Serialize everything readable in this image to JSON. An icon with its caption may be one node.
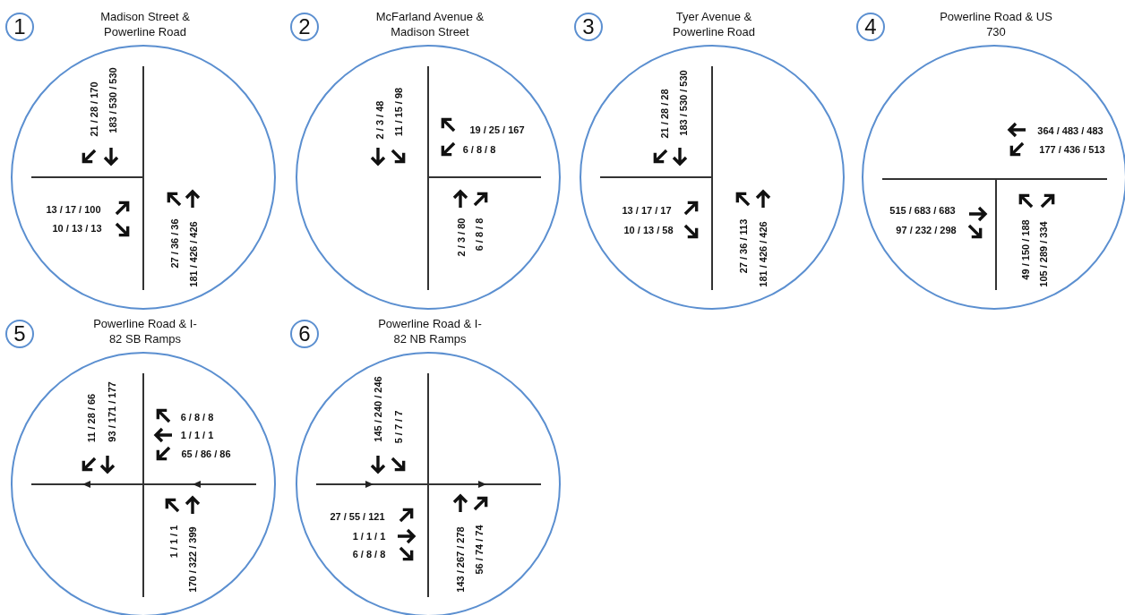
{
  "diagram": {
    "nodes": [
      {
        "text": [
          "1"
        ]
      },
      {
        "text": [
          "Madison Street & Powerline Road",
          "21 / 28 / 170",
          "183 / 530 / 530",
          "13 / 17 / 100",
          "10 / 13 / 13",
          "27 / 36 / 36",
          "181 / 426 / 426"
        ]
      },
      {
        "text": [
          "2"
        ]
      },
      {
        "text": [
          "McFarland Avenue & Madison Street",
          "2 / 3 / 48",
          "11 / 15 / 98",
          "19 / 25 / 167",
          "6 / 8 / 8",
          "2 / 3 / 80",
          "6 / 8 / 8"
        ]
      },
      {
        "text": [
          "3"
        ]
      },
      {
        "text": [
          "Tyer Avenue & Powerline Road",
          "21 / 28 / 28",
          "183 / 530 / 530",
          "13 / 17 / 17",
          "10 / 13 / 58",
          "27 / 36 / 113",
          "181 / 426 / 426"
        ]
      },
      {
        "text": [
          "4"
        ]
      },
      {
        "text": [
          "Powerline Road & US 730",
          "364 / 483 / 483",
          "177 / 436 / 513",
          "515 / 683 / 683",
          "97 / 232 / 298",
          "49 / 150 / 188",
          "105 / 289 / 334"
        ]
      },
      {
        "text": [
          "5"
        ]
      },
      {
        "text": [
          "Powerline Road & I-82 SB Ramps",
          "11 / 28 / 66",
          "93 / 171 / 177",
          "6 / 8 / 8",
          "1 / 1 / 1",
          "65 / 86 / 86",
          "1 / 1 / 1",
          "170 / 322 / 399"
        ]
      },
      {
        "text": [
          "6"
        ]
      },
      {
        "text": [
          "Powerline Road & I-82 NB Ramps",
          "145 / 240 / 246",
          "5 / 7 / 7",
          "27 / 55 / 121",
          "1 / 1 / 1",
          "6 / 8 / 8",
          "143 / 267 / 278",
          "56 / 74 / 74"
        ]
      }
    ],
    "edges": []
  }
}
